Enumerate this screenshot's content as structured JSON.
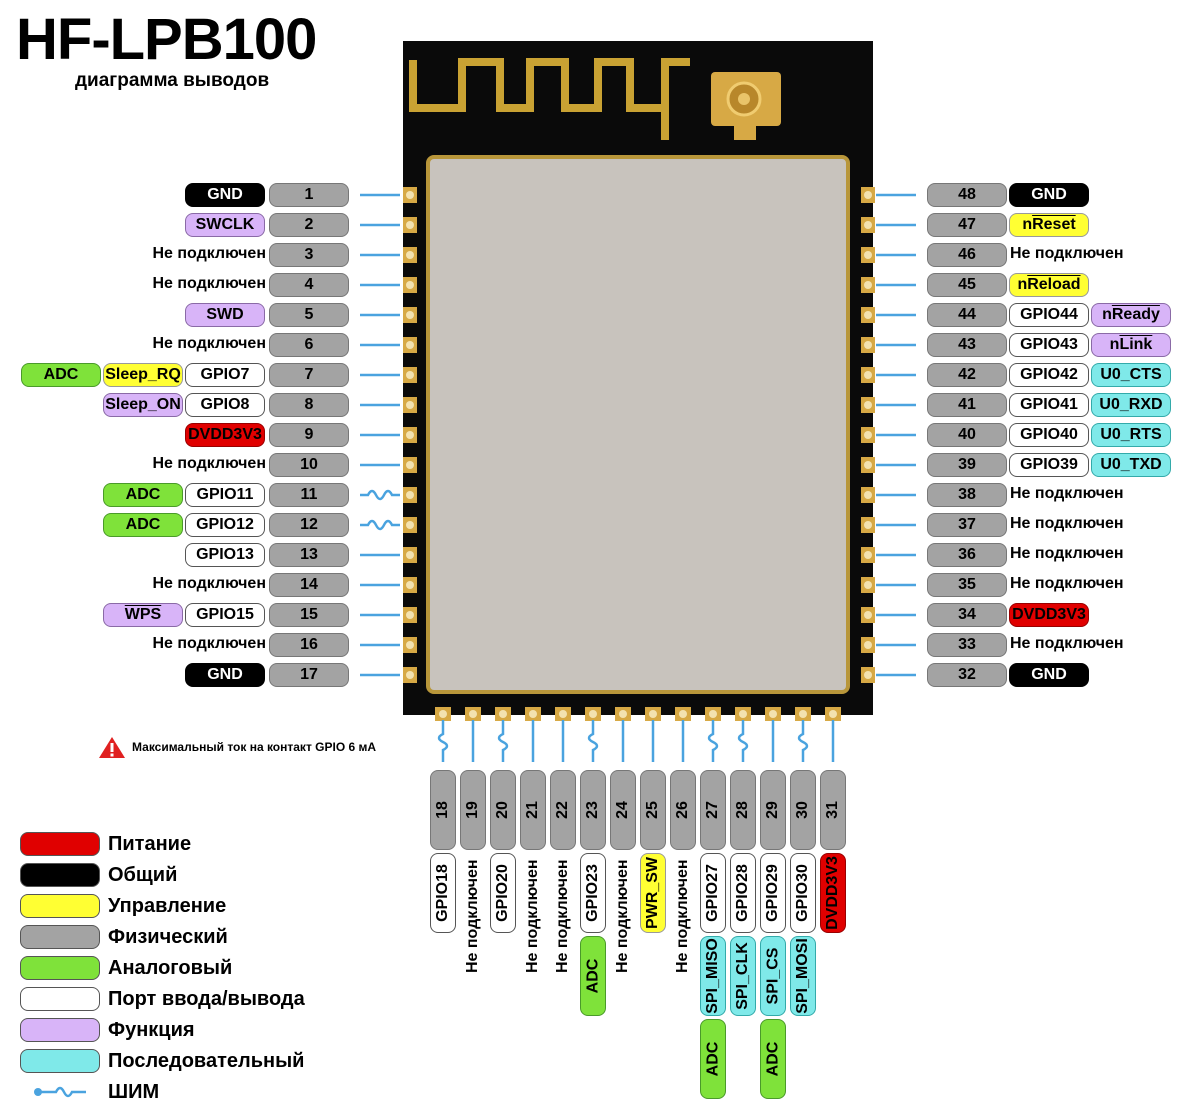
{
  "title": "HF-LPB100",
  "subtitle": "диаграмма выводов",
  "warning": "Максимальный ток на контакт GPIO 6 мА",
  "colors": {
    "power": "#e00000",
    "common": "#000000",
    "control": "#ffff33",
    "physical": "#a3a3a3",
    "analog": "#7fe23a",
    "io": "#ffffff",
    "function": "#d8b4f8",
    "serial": "#7fe9e9",
    "pwm": "#4aa3df"
  },
  "legend": [
    {
      "color": "red",
      "label": "Питание"
    },
    {
      "color": "black",
      "label": "Общий"
    },
    {
      "color": "yellow",
      "label": "Управление"
    },
    {
      "color": "grey",
      "label": "Физический"
    },
    {
      "color": "green",
      "label": "Аналоговый"
    },
    {
      "color": "white",
      "label": "Порт ввода/вывода"
    },
    {
      "color": "lilac",
      "label": "Функция"
    },
    {
      "color": "cyan",
      "label": "Последовательный"
    },
    {
      "color": "pwm",
      "label": "ШИМ"
    }
  ],
  "left_pins": [
    {
      "num": "1",
      "pwm": false,
      "labels": [
        {
          "text": "GND",
          "color": "black"
        }
      ]
    },
    {
      "num": "2",
      "pwm": false,
      "labels": [
        {
          "text": "SWCLK",
          "color": "lilac"
        }
      ]
    },
    {
      "num": "3",
      "pwm": false,
      "labels": [
        {
          "text": "Не подключен",
          "color": "none"
        }
      ]
    },
    {
      "num": "4",
      "pwm": false,
      "labels": [
        {
          "text": "Не подключен",
          "color": "none"
        }
      ]
    },
    {
      "num": "5",
      "pwm": false,
      "labels": [
        {
          "text": "SWD",
          "color": "lilac"
        }
      ]
    },
    {
      "num": "6",
      "pwm": false,
      "labels": [
        {
          "text": "Не подключен",
          "color": "none"
        }
      ]
    },
    {
      "num": "7",
      "pwm": false,
      "labels": [
        {
          "text": "GPIO7",
          "color": "white"
        },
        {
          "text": "Sleep_RQ",
          "color": "yellow"
        },
        {
          "text": "ADC",
          "color": "green"
        }
      ]
    },
    {
      "num": "8",
      "pwm": false,
      "labels": [
        {
          "text": "GPIO8",
          "color": "white"
        },
        {
          "text": "Sleep_ON",
          "color": "lilac"
        }
      ]
    },
    {
      "num": "9",
      "pwm": false,
      "labels": [
        {
          "text": "DVDD3V3",
          "color": "red"
        }
      ]
    },
    {
      "num": "10",
      "pwm": false,
      "labels": [
        {
          "text": "Не подключен",
          "color": "none"
        }
      ]
    },
    {
      "num": "11",
      "pwm": true,
      "labels": [
        {
          "text": "GPIO11",
          "color": "white"
        },
        {
          "text": "ADC",
          "color": "green"
        }
      ]
    },
    {
      "num": "12",
      "pwm": true,
      "labels": [
        {
          "text": "GPIO12",
          "color": "white"
        },
        {
          "text": "ADC",
          "color": "green"
        }
      ]
    },
    {
      "num": "13",
      "pwm": false,
      "labels": [
        {
          "text": "GPIO13",
          "color": "white"
        }
      ]
    },
    {
      "num": "14",
      "pwm": false,
      "labels": [
        {
          "text": "Не подключен",
          "color": "none"
        }
      ]
    },
    {
      "num": "15",
      "pwm": false,
      "labels": [
        {
          "text": "GPIO15",
          "color": "white"
        },
        {
          "text": "WPS",
          "color": "lilac",
          "overline": true
        }
      ]
    },
    {
      "num": "16",
      "pwm": false,
      "labels": [
        {
          "text": "Не подключен",
          "color": "none"
        }
      ]
    },
    {
      "num": "17",
      "pwm": false,
      "labels": [
        {
          "text": "GND",
          "color": "black"
        }
      ]
    }
  ],
  "right_pins": [
    {
      "num": "48",
      "pwm": false,
      "labels": [
        {
          "text": "GND",
          "color": "black"
        }
      ]
    },
    {
      "num": "47",
      "pwm": false,
      "labels": [
        {
          "text": "nReset",
          "color": "yellow",
          "overline_part": "Reset",
          "prefix": "n"
        }
      ]
    },
    {
      "num": "46",
      "pwm": false,
      "labels": [
        {
          "text": "Не подключен",
          "color": "none"
        }
      ]
    },
    {
      "num": "45",
      "pwm": false,
      "labels": [
        {
          "text": "nReload",
          "color": "yellow",
          "overline_part": "Reload",
          "prefix": "n"
        }
      ]
    },
    {
      "num": "44",
      "pwm": false,
      "labels": [
        {
          "text": "GPIO44",
          "color": "white"
        },
        {
          "text": "nReady",
          "color": "lilac",
          "overline_part": "Ready",
          "prefix": "n"
        }
      ]
    },
    {
      "num": "43",
      "pwm": false,
      "labels": [
        {
          "text": "GPIO43",
          "color": "white"
        },
        {
          "text": "nLink",
          "color": "lilac",
          "overline_part": "Link",
          "prefix": "n"
        }
      ]
    },
    {
      "num": "42",
      "pwm": false,
      "labels": [
        {
          "text": "GPIO42",
          "color": "white"
        },
        {
          "text": "U0_CTS",
          "color": "cyan"
        }
      ]
    },
    {
      "num": "41",
      "pwm": false,
      "labels": [
        {
          "text": "GPIO41",
          "color": "white"
        },
        {
          "text": "U0_RXD",
          "color": "cyan"
        }
      ]
    },
    {
      "num": "40",
      "pwm": false,
      "labels": [
        {
          "text": "GPIO40",
          "color": "white"
        },
        {
          "text": "U0_RTS",
          "color": "cyan"
        }
      ]
    },
    {
      "num": "39",
      "pwm": false,
      "labels": [
        {
          "text": "GPIO39",
          "color": "white"
        },
        {
          "text": "U0_TXD",
          "color": "cyan"
        }
      ]
    },
    {
      "num": "38",
      "pwm": false,
      "labels": [
        {
          "text": "Не подключен",
          "color": "none"
        }
      ]
    },
    {
      "num": "37",
      "pwm": false,
      "labels": [
        {
          "text": "Не подключен",
          "color": "none"
        }
      ]
    },
    {
      "num": "36",
      "pwm": false,
      "labels": [
        {
          "text": "Не подключен",
          "color": "none"
        }
      ]
    },
    {
      "num": "35",
      "pwm": false,
      "labels": [
        {
          "text": "Не подключен",
          "color": "none"
        }
      ]
    },
    {
      "num": "34",
      "pwm": false,
      "labels": [
        {
          "text": "DVDD3V3",
          "color": "red"
        }
      ]
    },
    {
      "num": "33",
      "pwm": false,
      "labels": [
        {
          "text": "Не подключен",
          "color": "none"
        }
      ]
    },
    {
      "num": "32",
      "pwm": false,
      "labels": [
        {
          "text": "GND",
          "color": "black"
        }
      ]
    }
  ],
  "bottom_pins": [
    {
      "num": "18",
      "pwm": true,
      "labels": [
        {
          "text": "GPIO18",
          "color": "white"
        }
      ]
    },
    {
      "num": "19",
      "pwm": false,
      "labels": [
        {
          "text": "Не подключен",
          "color": "none"
        }
      ]
    },
    {
      "num": "20",
      "pwm": true,
      "labels": [
        {
          "text": "GPIO20",
          "color": "white"
        }
      ]
    },
    {
      "num": "21",
      "pwm": false,
      "labels": [
        {
          "text": "Не подключен",
          "color": "none"
        }
      ]
    },
    {
      "num": "22",
      "pwm": false,
      "labels": [
        {
          "text": "Не подключен",
          "color": "none"
        }
      ]
    },
    {
      "num": "23",
      "pwm": true,
      "labels": [
        {
          "text": "GPIO23",
          "color": "white"
        },
        {
          "text": "ADC",
          "color": "green"
        }
      ]
    },
    {
      "num": "24",
      "pwm": false,
      "labels": [
        {
          "text": "Не подключен",
          "color": "none"
        }
      ]
    },
    {
      "num": "25",
      "pwm": false,
      "labels": [
        {
          "text": "PWR_SW",
          "color": "yellow"
        }
      ]
    },
    {
      "num": "26",
      "pwm": false,
      "labels": [
        {
          "text": "Не подключен",
          "color": "none"
        }
      ]
    },
    {
      "num": "27",
      "pwm": true,
      "labels": [
        {
          "text": "GPIO27",
          "color": "white"
        },
        {
          "text": "SPI_MISO",
          "color": "cyan"
        },
        {
          "text": "ADC",
          "color": "green"
        }
      ]
    },
    {
      "num": "28",
      "pwm": true,
      "labels": [
        {
          "text": "GPIO28",
          "color": "white"
        },
        {
          "text": "SPI_CLK",
          "color": "cyan"
        }
      ]
    },
    {
      "num": "29",
      "pwm": false,
      "labels": [
        {
          "text": "GPIO29",
          "color": "white"
        },
        {
          "text": "SPI_CS",
          "color": "cyan"
        },
        {
          "text": "ADC",
          "color": "green"
        }
      ]
    },
    {
      "num": "30",
      "pwm": true,
      "labels": [
        {
          "text": "GPIO30",
          "color": "white"
        },
        {
          "text": "SPI_MOSI",
          "color": "cyan"
        }
      ]
    },
    {
      "num": "31",
      "pwm": false,
      "labels": [
        {
          "text": "DVDD3V3",
          "color": "red"
        }
      ]
    }
  ]
}
